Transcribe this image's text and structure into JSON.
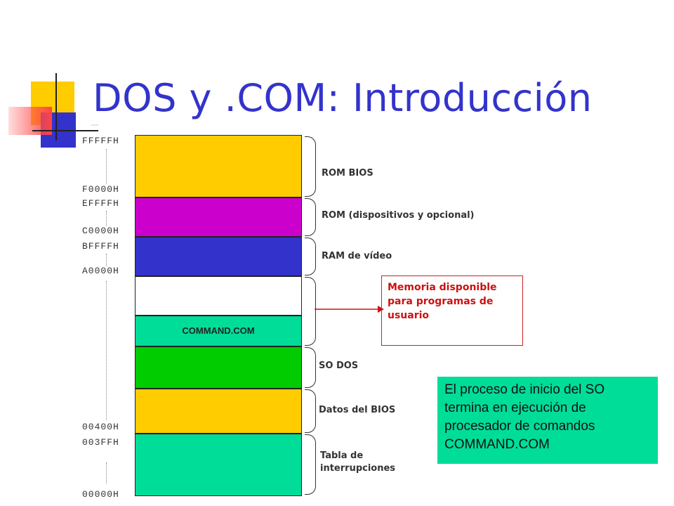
{
  "title": "DOS y .COM: Introducción",
  "colors": {
    "title": "#3333cc",
    "rom_bios": "#ffcc00",
    "rom_dispositivos": "#cc00cc",
    "ram_video": "#3333cc",
    "memoria_libre": "#ffffff",
    "command_com": "#00dd99",
    "so_dos": "#00cc00",
    "datos_bios": "#ffcc00",
    "tabla_interrupciones": "#00dd99",
    "memoria_callout": "#cc1111",
    "info_box": "#00dd99"
  },
  "addresses": {
    "a_ffffff": "FFFFFH",
    "a_f0000": "F0000H",
    "a_effff": "EFFFFH",
    "a_c0000": "C0000H",
    "a_bffff": "BFFFFH",
    "a_a0000": "A0000H",
    "a_00400": "00400H",
    "a_003ff": "003FFH",
    "a_00000": "00000H"
  },
  "segments": {
    "command": "COMMAND.COM"
  },
  "labels": {
    "rom_bios": "ROM BIOS",
    "rom_disp": "ROM (dispositivos y opcional)",
    "ram_video": "RAM de vídeo",
    "so_dos": "SO DOS",
    "datos_bios": "Datos del BIOS",
    "tabla": "Tabla de interrupciones"
  },
  "callout": {
    "memoria": "Memoria disponible para programas de usuario"
  },
  "info": {
    "text": "El proceso de inicio del SO termina en ejecución de procesador de comandos COMMAND.COM"
  }
}
